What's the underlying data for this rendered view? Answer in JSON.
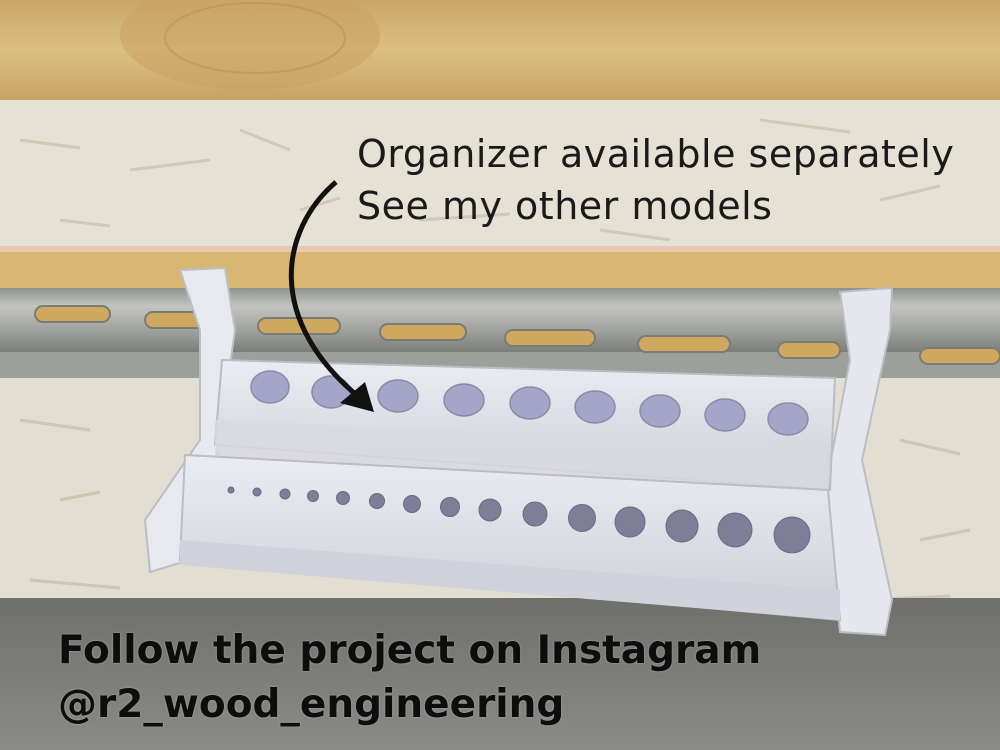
{
  "overlay_text": {
    "top_line1": "Organizer available separately",
    "top_line2": "See my other models",
    "bottom_line1": "Follow the project on Instagram",
    "bottom_line2": "@r2_wood_engineering"
  },
  "colors": {
    "wood": "#d9b97a",
    "osb_board": "#e6e2d6",
    "din_rail": "#a9aaa6",
    "organizer_plastic": "#e4e4ec",
    "text": "#1a1a1a"
  }
}
